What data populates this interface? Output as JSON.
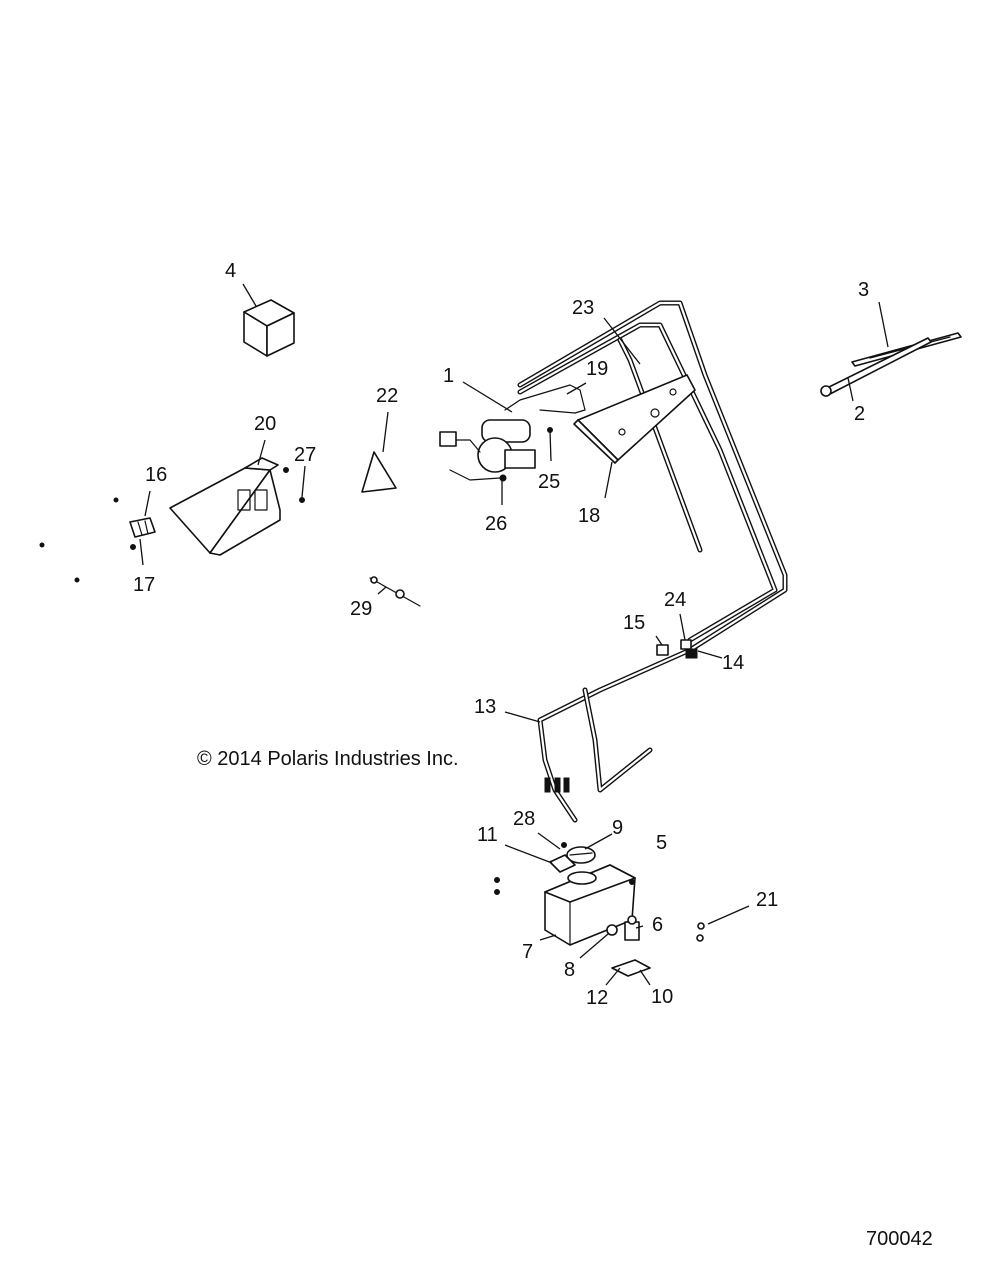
{
  "callouts": {
    "c1": "1",
    "c2": "2",
    "c3": "3",
    "c4": "4",
    "c5": "5",
    "c6": "6",
    "c7": "7",
    "c8": "8",
    "c9": "9",
    "c10": "10",
    "c11": "11",
    "c12": "12",
    "c13": "13",
    "c14": "14",
    "c15": "15",
    "c16": "16",
    "c17": "17",
    "c18": "18",
    "c19": "19",
    "c20": "20",
    "c21": "21",
    "c22": "22",
    "c23": "23",
    "c24": "24",
    "c25": "25",
    "c26": "26",
    "c27": "27",
    "c28": "28",
    "c29": "29"
  },
  "copyright": "© 2014 Polaris Industries Inc.",
  "diagram_code": "700042"
}
